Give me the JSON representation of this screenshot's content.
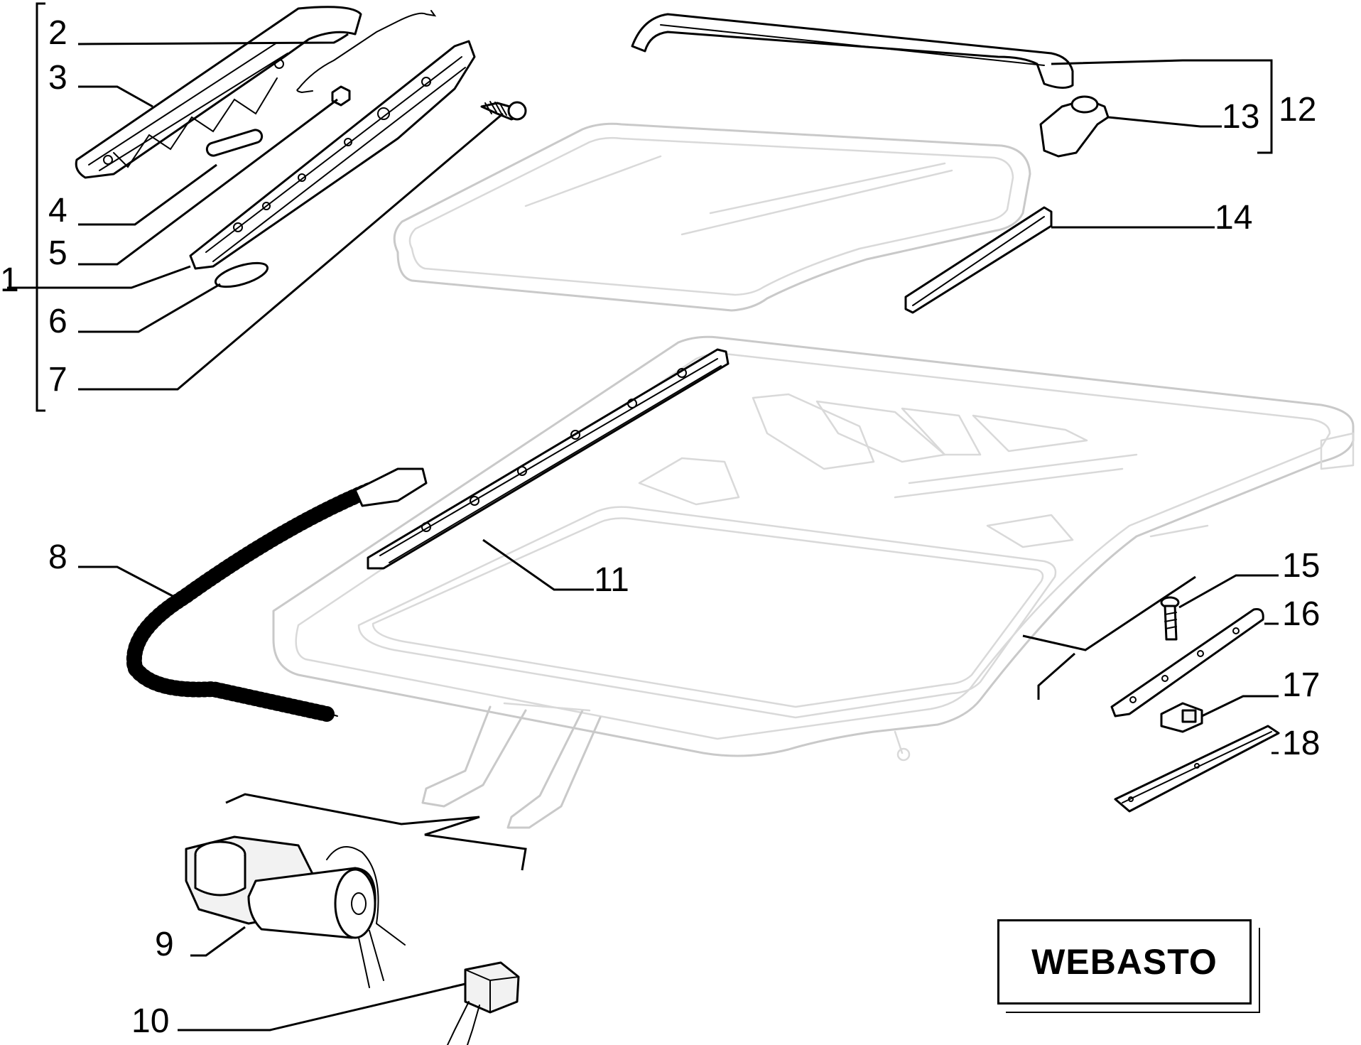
{
  "brand": "WEBASTO",
  "labels": {
    "l1": "1",
    "l2": "2",
    "l3": "3",
    "l4": "4",
    "l5": "5",
    "l6": "6",
    "l7": "7",
    "l8": "8",
    "l9": "9",
    "l10": "10",
    "l11": "11",
    "l12": "12",
    "l13": "13",
    "l14": "14",
    "l15": "15",
    "l16": "16",
    "l17": "17",
    "l18": "18"
  }
}
